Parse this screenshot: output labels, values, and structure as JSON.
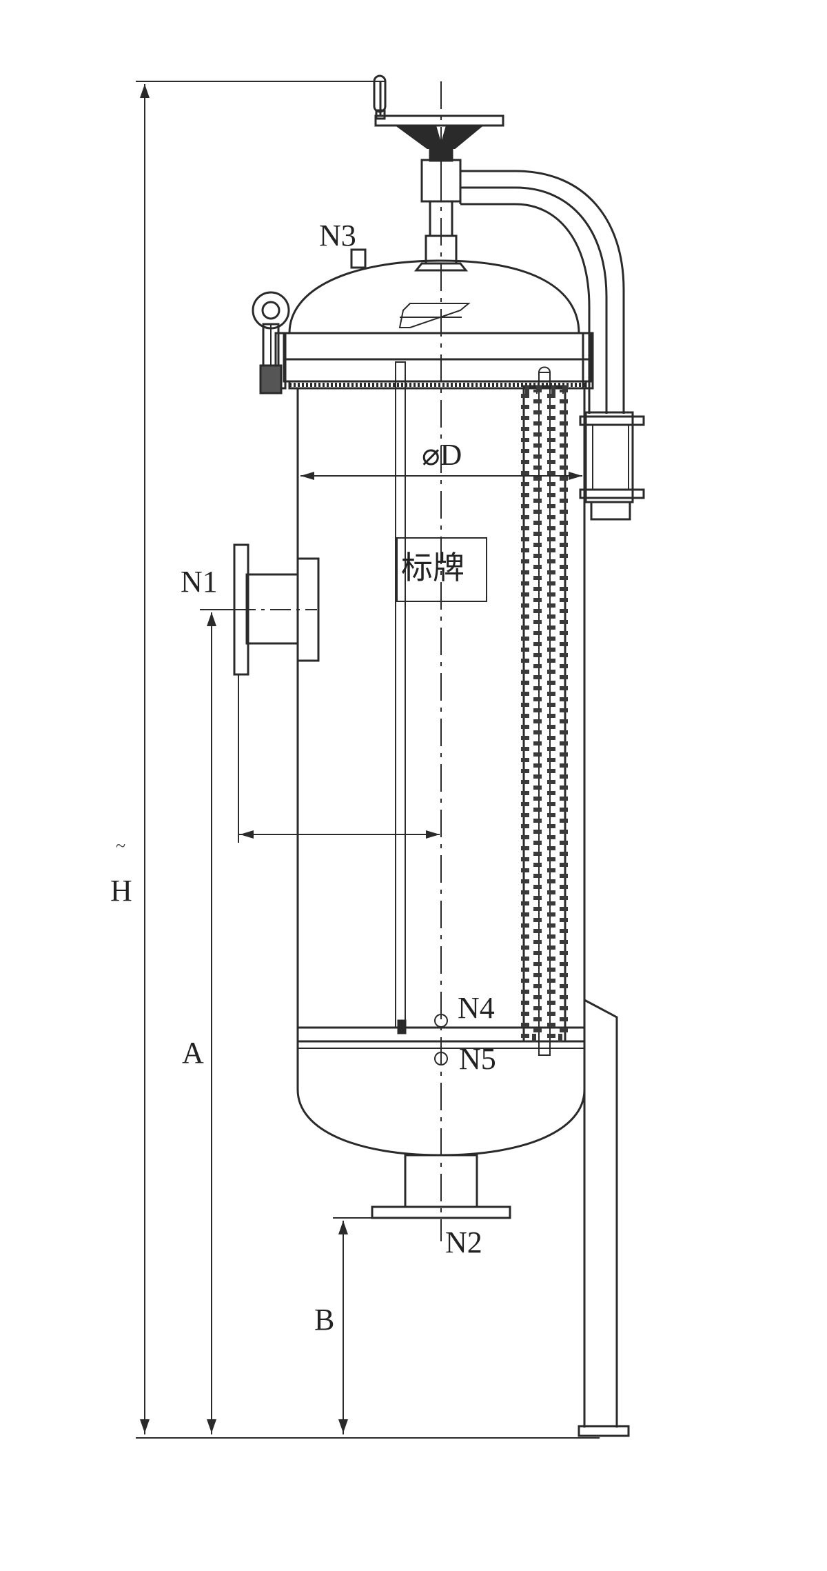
{
  "labels": {
    "n1": "N1",
    "n2": "N2",
    "n3": "N3",
    "n4": "N4",
    "n5": "N5",
    "diameter": "⌀D",
    "height": "H",
    "a": "A",
    "b": "B",
    "nameplate": "标牌",
    "tilde": "~"
  },
  "colors": {
    "line": "#2a2a2a",
    "hatch": "#3a3a3a",
    "background": "#ffffff"
  }
}
